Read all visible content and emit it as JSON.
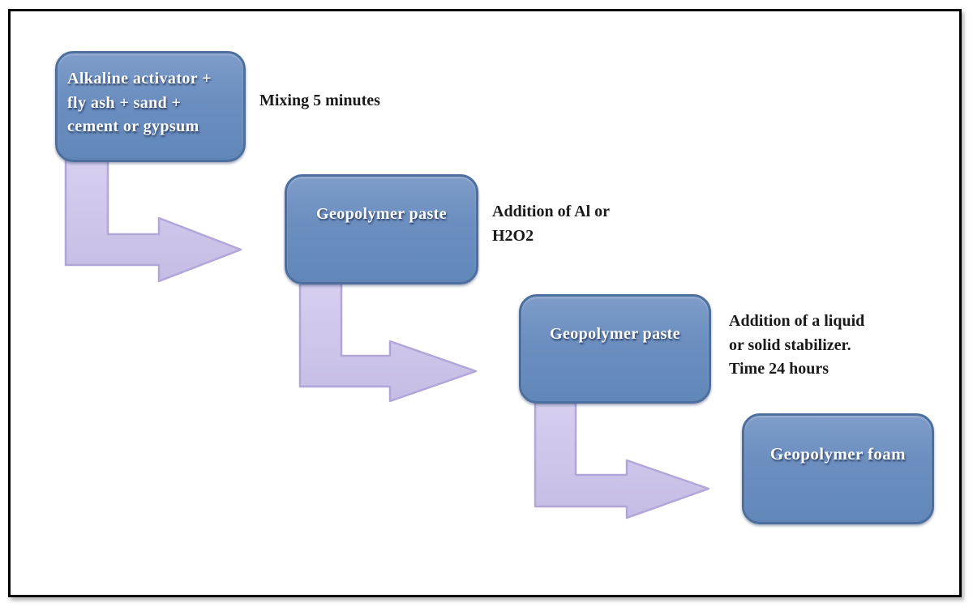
{
  "diagram": {
    "type": "flowchart",
    "boxes": [
      {
        "id": 1,
        "label": "Alkaline activator +\nfly ash + sand +\ncement or gypsum"
      },
      {
        "id": 2,
        "label": "Geopolymer paste"
      },
      {
        "id": 3,
        "label": "Geopolymer paste"
      },
      {
        "id": 4,
        "label": "Geopolymer foam"
      }
    ],
    "annotations": [
      {
        "for_step": 1,
        "text": "Mixing 5 minutes"
      },
      {
        "for_step": 2,
        "text": "Addition of Al or\nH2O2"
      },
      {
        "for_step": 3,
        "text": "Addition of a liquid\nor solid stabilizer.\nTime 24 hours"
      }
    ],
    "connectors": [
      {
        "from": 1,
        "to": 2,
        "shape": "bent-arrow-down-right"
      },
      {
        "from": 2,
        "to": 3,
        "shape": "bent-arrow-down-right"
      },
      {
        "from": 3,
        "to": 4,
        "shape": "bent-arrow-down-right"
      }
    ],
    "colors": {
      "box_fill": "#6b8ebf",
      "box_border": "#4d6f9e",
      "box_text": "#ffffff",
      "arrow_fill": "#cdc5ea",
      "arrow_border": "#b2a6d8",
      "annotation_text": "#1a1a1a",
      "frame_border": "#000000",
      "background": "#ffffff"
    }
  }
}
